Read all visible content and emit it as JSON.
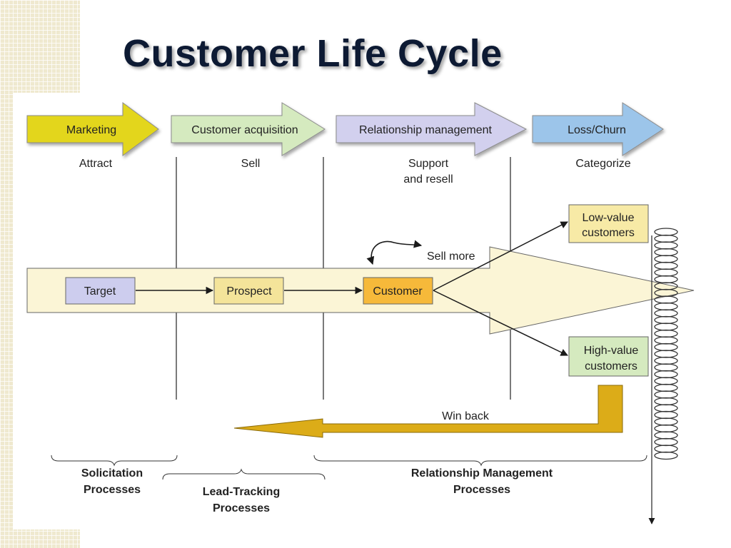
{
  "title": "Customer Life Cycle",
  "colors": {
    "marketing": "#e3d61a",
    "acquisition": "#d5eabf",
    "relationship": "#d2d0ee",
    "churn": "#9cc5ea",
    "target": "#cdcdee",
    "prospect": "#f4e49a",
    "customer": "#f6b93a",
    "band": "#fbf5d6",
    "value_box": "#f7eaa6",
    "winback": "#dcac18"
  },
  "stages": [
    {
      "label": "Marketing",
      "activity": "Attract"
    },
    {
      "label": "Customer acquisition",
      "activity": "Sell"
    },
    {
      "label": "Relationship management",
      "activity_lines": [
        "Support",
        "and resell"
      ]
    },
    {
      "label": "Loss/Churn",
      "activity": "Categorize"
    }
  ],
  "flow": {
    "target": "Target",
    "prospect": "Prospect",
    "customer": "Customer",
    "sell_more": "Sell more"
  },
  "outcomes": {
    "low_value": [
      "Low-value",
      "customers"
    ],
    "high_value": [
      "High-value",
      "customers"
    ]
  },
  "win_back": "Win back",
  "processes": {
    "solicitation": [
      "Solicitation",
      "Processes"
    ],
    "lead_tracking": [
      "Lead-Tracking",
      "Processes"
    ],
    "relationship": [
      "Relationship Management",
      "Processes"
    ]
  }
}
